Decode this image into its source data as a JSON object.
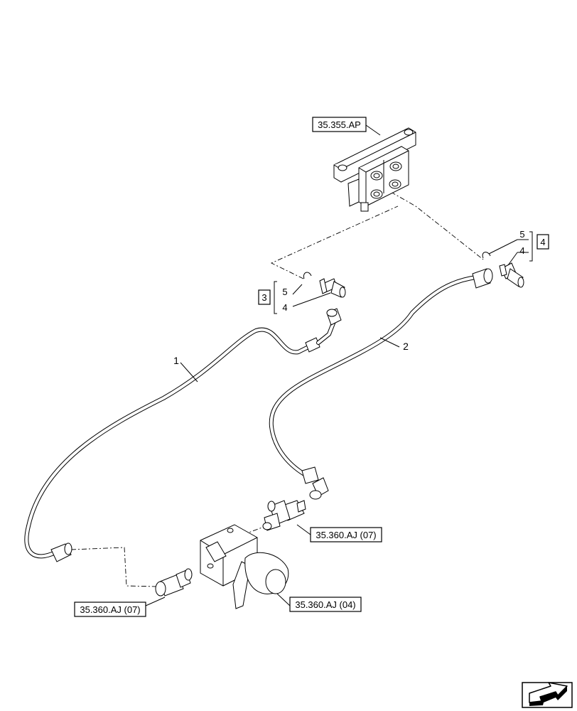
{
  "references": {
    "valve_block": "35.355.AP",
    "coupler_top": "35.360.AJ (07)",
    "coupler_left": "35.360.AJ (07)",
    "solenoid": "35.360.AJ (04)"
  },
  "callouts": {
    "hose_1": "1",
    "hose_2": "2",
    "group_left": "3",
    "group_left_o_ring": "5",
    "group_left_fitting": "4",
    "group_right": "4",
    "group_right_o_ring": "5",
    "group_right_fitting": "4"
  },
  "navigation": {
    "icon": "next-page-arrow-icon"
  }
}
